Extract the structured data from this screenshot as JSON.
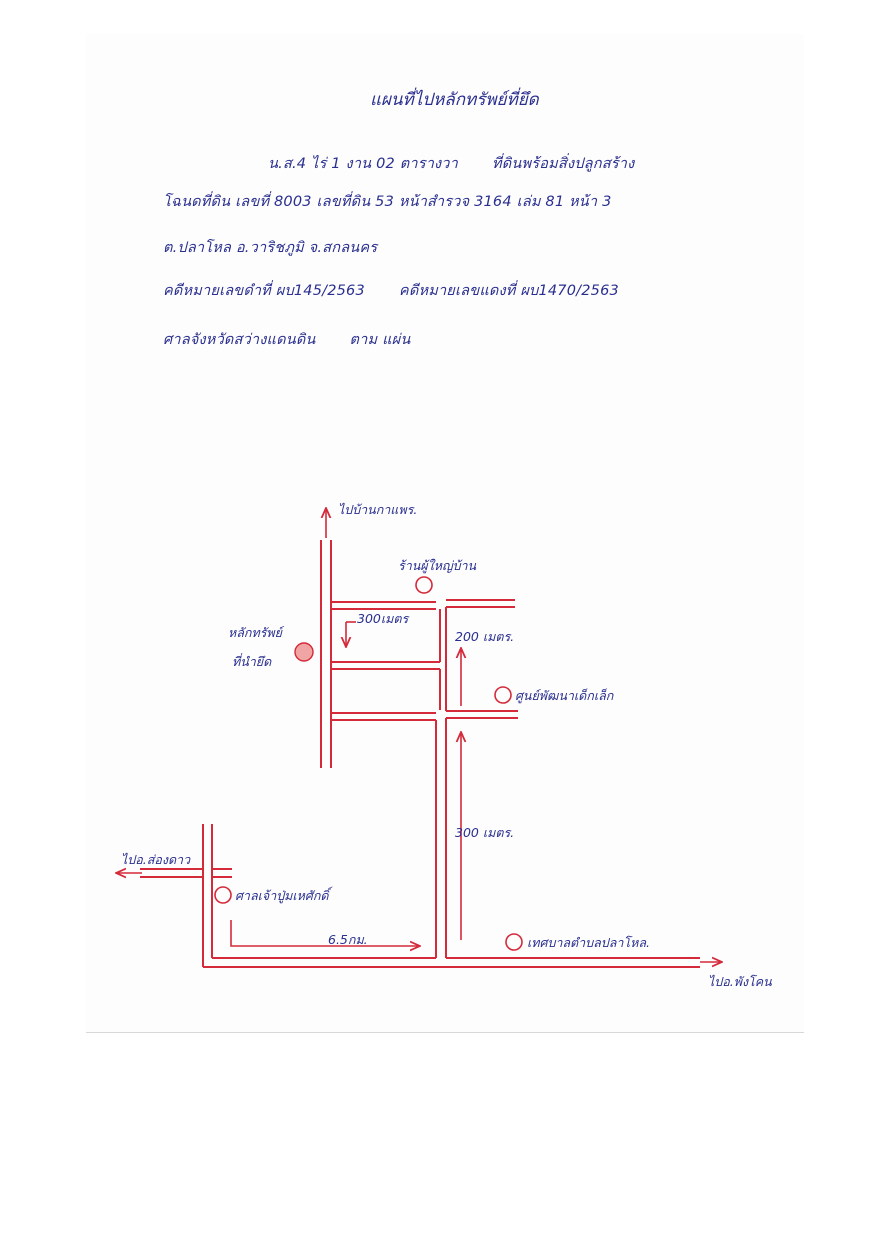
{
  "document": {
    "title": "แผนที่ไปหลักทรัพย์ที่ยึด",
    "lines": [
      [
        "น.ส.4 ไร่ 1 งาน 02 ตารางวา",
        "ที่ดินพร้อมสิ่งปลูกสร้าง"
      ],
      [
        "โฉนดที่ดิน เลขที่ 8003 เลขที่ดิน 53 หน้าสำรวจ 3164 เล่ม 81 หน้า 3"
      ],
      [
        "ต.ปลาโหล อ.วาริชภูมิ จ.สกลนคร"
      ],
      [
        "คดีหมายเลขดำที่ ผบ145/2563",
        "คดีหมายเลขแดงที่ ผบ1470/2563"
      ],
      [
        "ศาลจังหวัดสว่างแดนดิน",
        "ตาม แผ่น"
      ]
    ]
  },
  "map": {
    "labels": {
      "north": "ไปบ้านกาแพร.",
      "landmark_top": "ร้านผู้ใหญ่บ้าน",
      "dist_300_top": "300เมตร",
      "dist_200": "200 เมตร.",
      "property_line1": "หลักทรัพย์",
      "property_line2": "ที่นำยึด",
      "landmark_center": "ศูนย์พัฒนาเด็กเล็ก",
      "dist_300_right": "300 เมตร.",
      "west": "ไปอ.ส่องดาว",
      "landmark_shrine": "ศาลเจ้าปู่มเหศักดิ์",
      "dist_km": "6.5กม.",
      "landmark_office": "เทศบาลตำบลปลาโหล.",
      "east": "ไปอ.พังโคน"
    },
    "colors": {
      "road": "#d42a3a",
      "property_marker": "#f0a4a4",
      "ink": "#2a2f8f"
    }
  }
}
